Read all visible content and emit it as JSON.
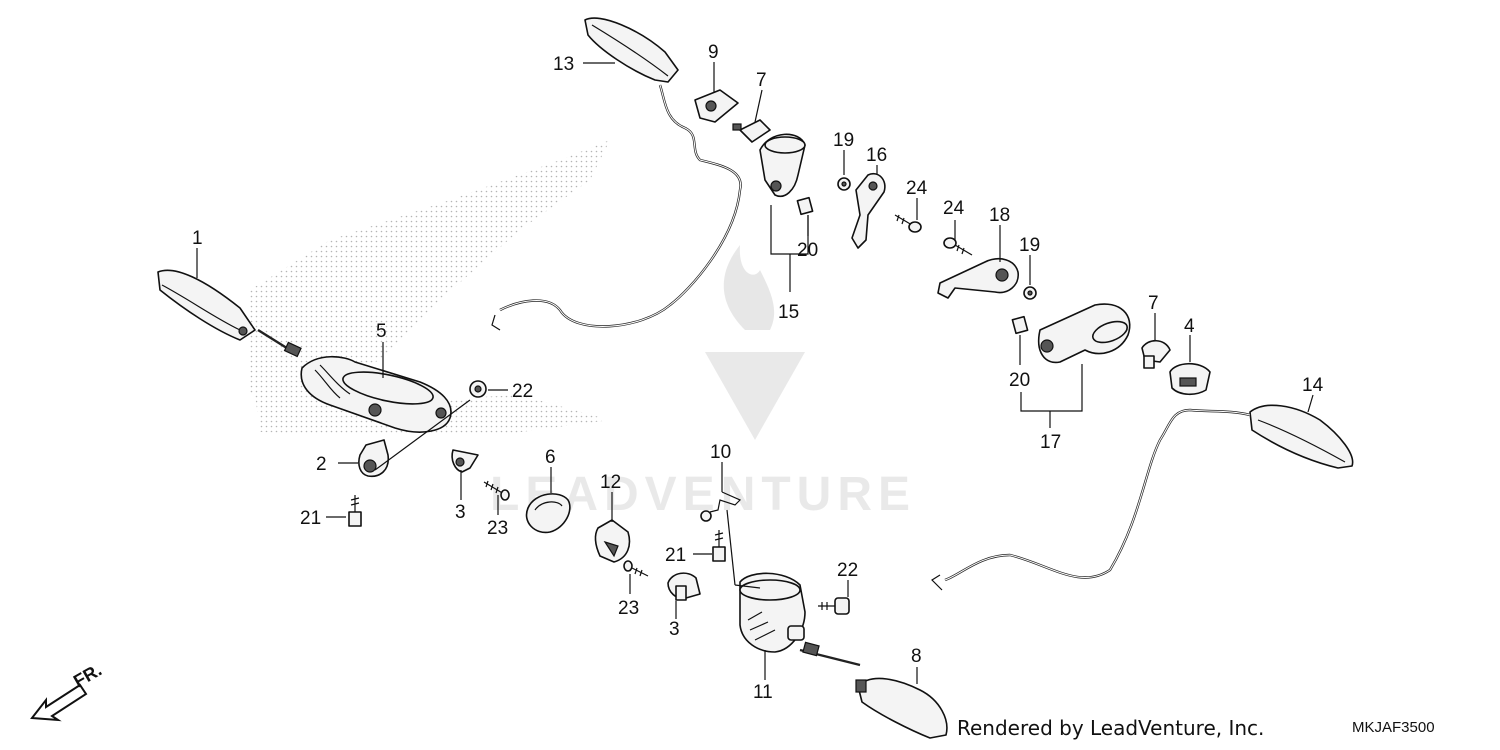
{
  "watermark": {
    "brand": "LEADVENTURE"
  },
  "callouts": {
    "c1": "1",
    "c2": "2",
    "c3a": "3",
    "c3b": "3",
    "c4": "4",
    "c5": "5",
    "c6": "6",
    "c7a": "7",
    "c7b": "7",
    "c8": "8",
    "c9": "9",
    "c10": "10",
    "c11": "11",
    "c12": "12",
    "c13": "13",
    "c14": "14",
    "c15": "15",
    "c16": "16",
    "c17": "17",
    "c18": "18",
    "c19a": "19",
    "c19b": "19",
    "c20a": "20",
    "c20b": "20",
    "c21a": "21",
    "c21b": "21",
    "c22a": "22",
    "c22b": "22",
    "c23a": "23",
    "c23b": "23",
    "c24a": "24",
    "c24b": "24"
  },
  "direction_marker": {
    "text": "FR.",
    "icon": "front-arrow-icon"
  },
  "footer": {
    "credit": "Rendered by LeadVenture, Inc.",
    "diagram_code": "MKJAF3500"
  }
}
